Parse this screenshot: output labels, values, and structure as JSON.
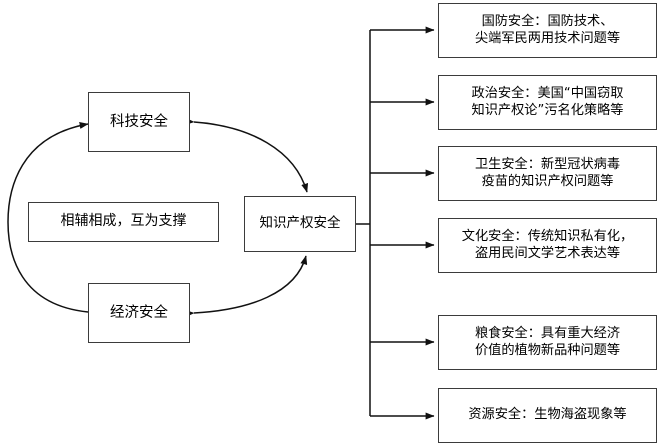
{
  "diagram": {
    "type": "concept-relationship-diagram",
    "stroke_color": "#3b3b3b",
    "text_color": "#000000",
    "background_color": "#ffffff",
    "nodes": {
      "tech_security": "科技安全",
      "economic_security": "经济安全",
      "center": "知识产权安全",
      "note": "相辅相成，互为支撑"
    },
    "branches": [
      {
        "label": "国防安全：国防技术、\n尖端军民两用技术问题等",
        "category": "国防安全"
      },
      {
        "label": "政治安全：美国“中国窃取\n知识产权论”污名化策略等",
        "category": "政治安全"
      },
      {
        "label": "卫生安全：新型冠状病毒\n疫苗的知识产权问题等",
        "category": "卫生安全"
      },
      {
        "label": "文化安全：传统知识私有化，\n盗用民间文学艺术表达等",
        "category": "文化安全"
      },
      {
        "label": "粮食安全：具有重大经济\n价值的植物新品种问题等",
        "category": "粮食安全"
      },
      {
        "label": "资源安全：生物海盗现象等",
        "category": "资源安全"
      }
    ]
  }
}
